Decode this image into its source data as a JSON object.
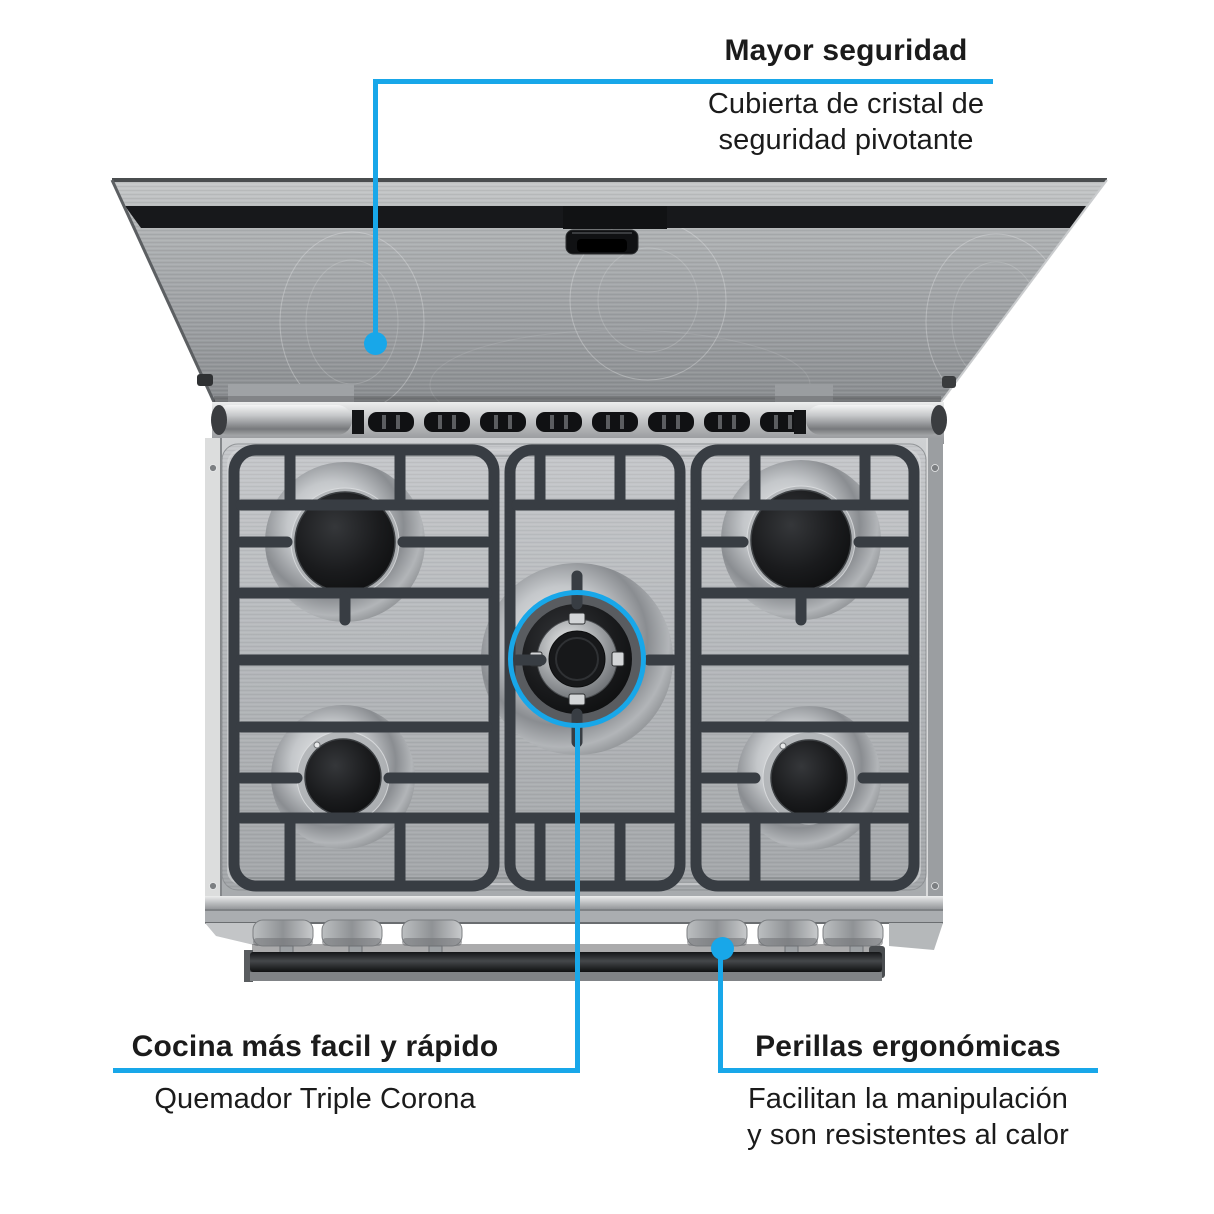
{
  "accent_color": "#18a7e9",
  "text_color": "#1b1b1b",
  "callouts": {
    "safety": {
      "title": "Mayor seguridad",
      "line1": "Cubierta de cristal de",
      "line2": "seguridad pivotante"
    },
    "triple_burner": {
      "title": "Cocina más facil y rápido",
      "line1": "Quemador Triple Corona"
    },
    "knobs": {
      "title": "Perillas ergonómicas",
      "line1": "Facilitan la manipulación",
      "line2": "y son resistentes al calor"
    }
  }
}
